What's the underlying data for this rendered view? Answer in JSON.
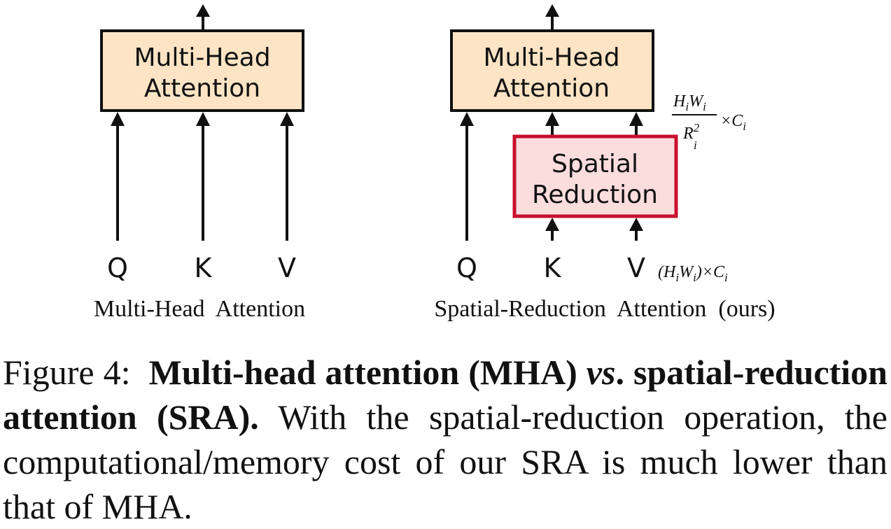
{
  "left_diagram": {
    "box_line1": "Multi-Head",
    "box_line2": "Attention",
    "inputs": [
      "Q",
      "K",
      "V"
    ],
    "caption": "Multi-Head  Attention"
  },
  "right_diagram": {
    "box_line1": "Multi-Head",
    "box_line2": "Attention",
    "sr_line1": "Spatial",
    "sr_line2": "Reduction",
    "inputs": [
      "Q",
      "K",
      "V"
    ],
    "caption": "Spatial-Reduction  Attention  (ours)",
    "output_dim": {
      "numerator_H": "H",
      "numerator_W": "W",
      "sub_i": "i",
      "denominator_R": "R",
      "sup_2": "2",
      "times": "×",
      "C": "C"
    },
    "input_dim": {
      "open_paren": "(",
      "H": "H",
      "W": "W",
      "close_paren": ")",
      "times": "×",
      "C": "C",
      "sub_i": "i"
    }
  },
  "colors": {
    "box_fill": "#FCE4C4",
    "sr_fill": "#FBDDDD",
    "sr_border": "#C8102E",
    "stroke": "#111111"
  },
  "figure_caption": {
    "label": "Figure 4:  ",
    "bold_part1": "Multi-head attention (MHA) ",
    "bold_italic": "vs",
    "bold_part2": ". spatial-reduction attention (SRA).",
    "rest": " With the spatial-reduction operation, the computational/memory cost of our SRA is much lower than that of MHA."
  }
}
